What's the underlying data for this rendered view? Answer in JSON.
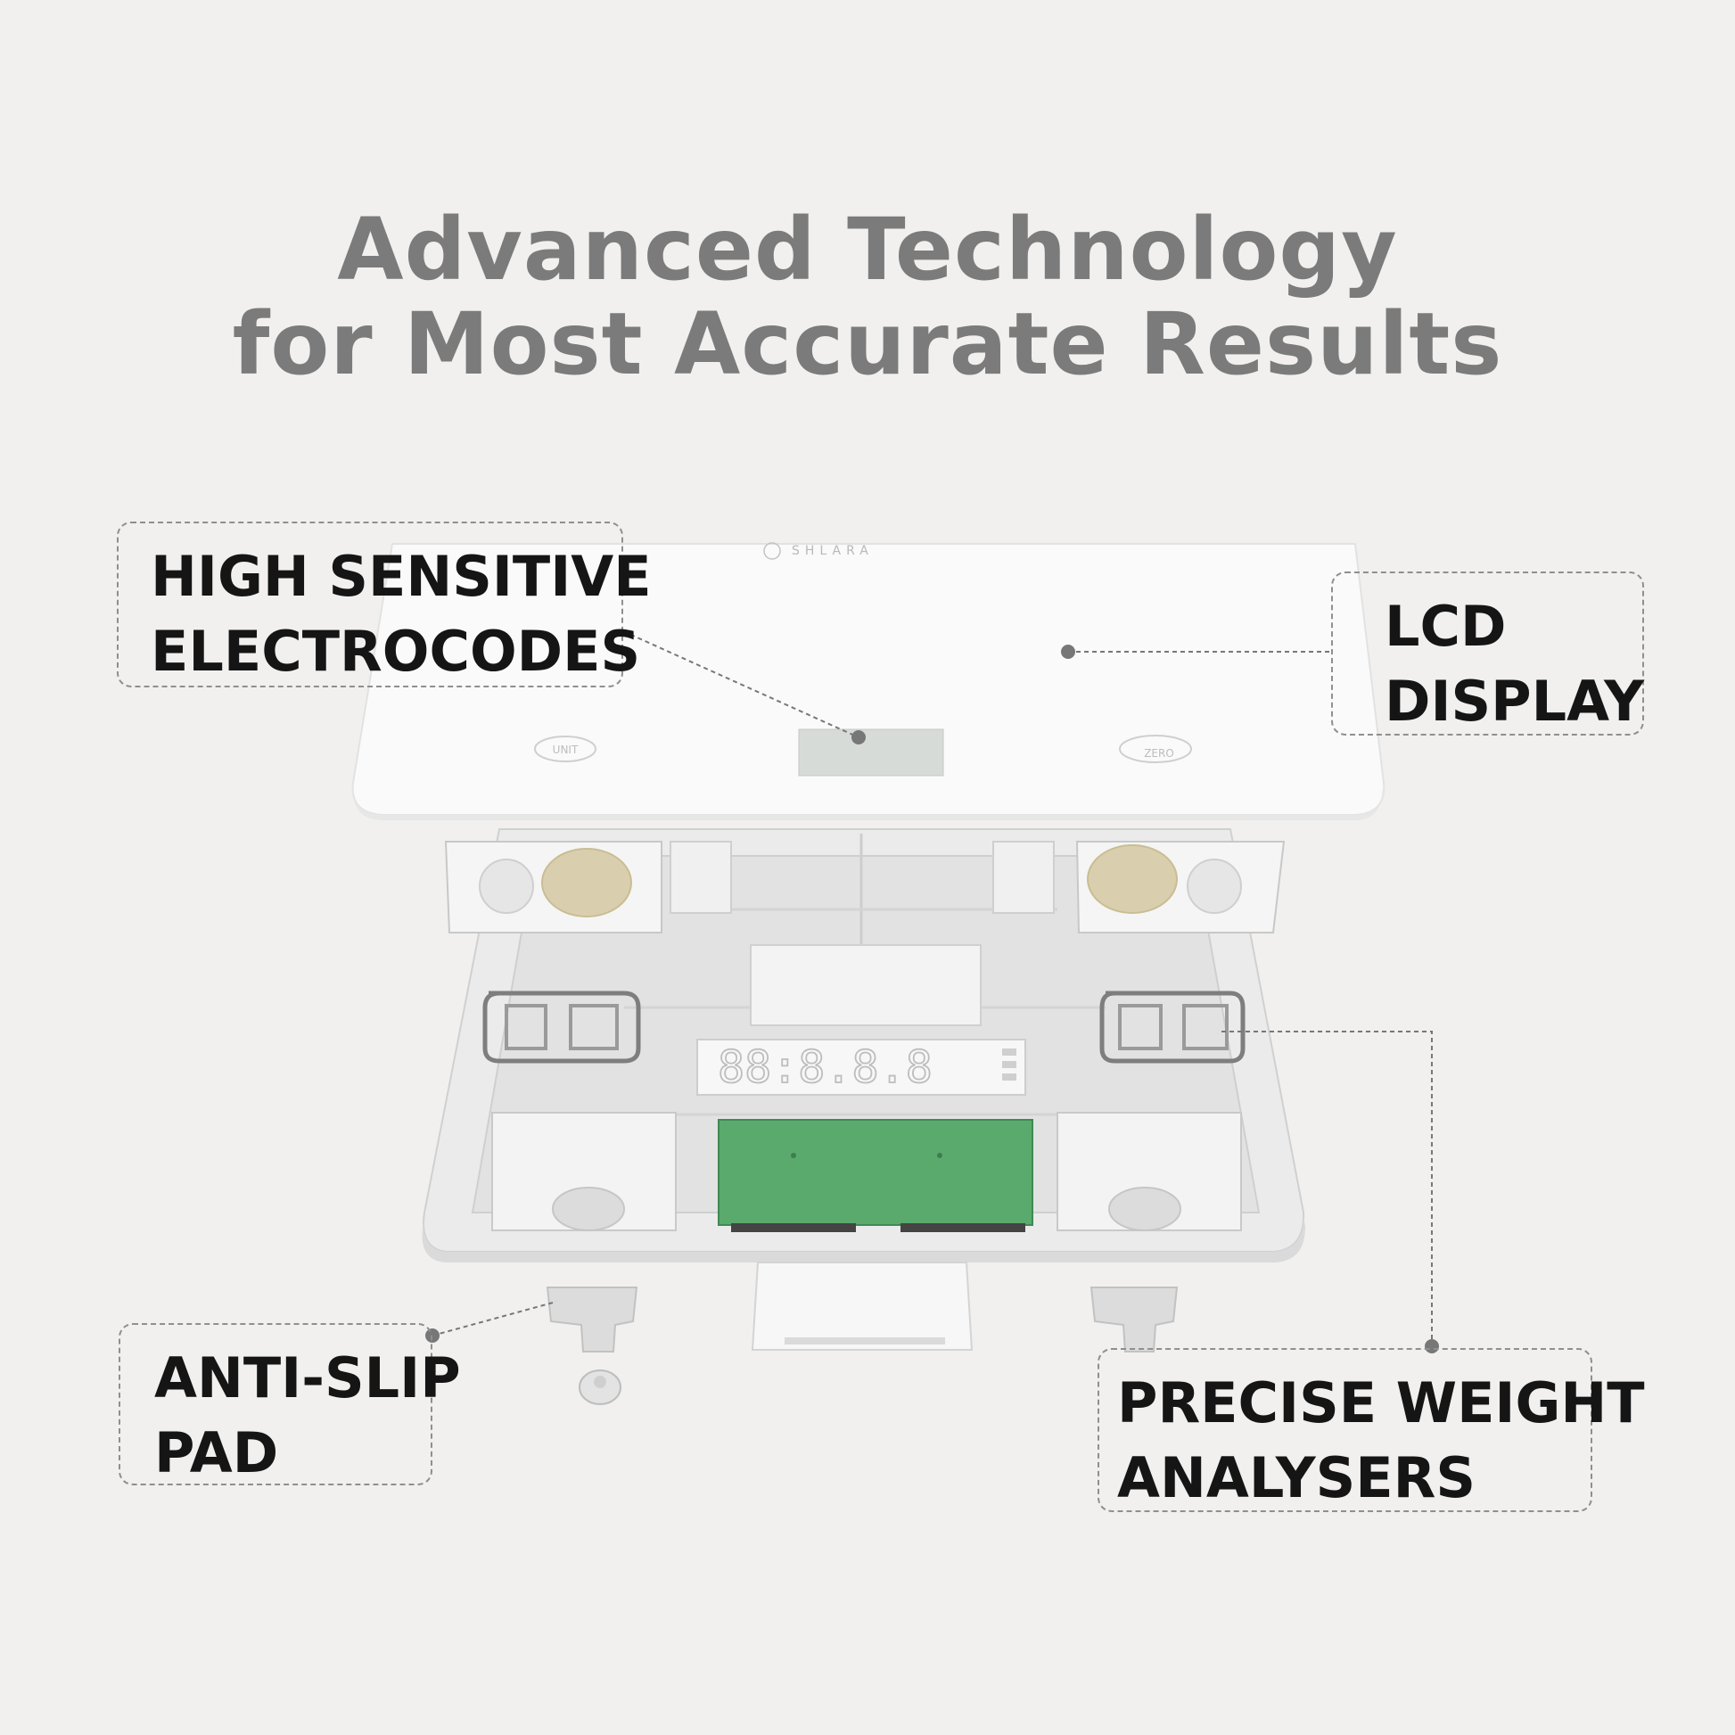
{
  "heading": {
    "line1": "Advanced Technology",
    "line2": "for Most Accurate Results"
  },
  "callouts": {
    "electrodes": {
      "line1": "HIGH SENSITIVE",
      "line2": "ELECTROCODES"
    },
    "lcd": {
      "line1": "LCD",
      "line2": "DISPLAY"
    },
    "anti_slip": {
      "line1": "ANTI-SLIP",
      "line2": "PAD"
    },
    "analysers": {
      "line1": "PRECISE WEIGHT",
      "line2": "ANALYSERS"
    }
  },
  "scale": {
    "brand": "SHLARA",
    "unit_button": "UNIT",
    "zero_button": "ZERO",
    "lcd_digits": "88:8.8.8"
  },
  "colors": {
    "background": "#f1f0ef",
    "heading": "#7b7b7b",
    "label": "#151515",
    "circuit_board": "#5aaa6e",
    "electrode_pad": "#d9cfae"
  }
}
